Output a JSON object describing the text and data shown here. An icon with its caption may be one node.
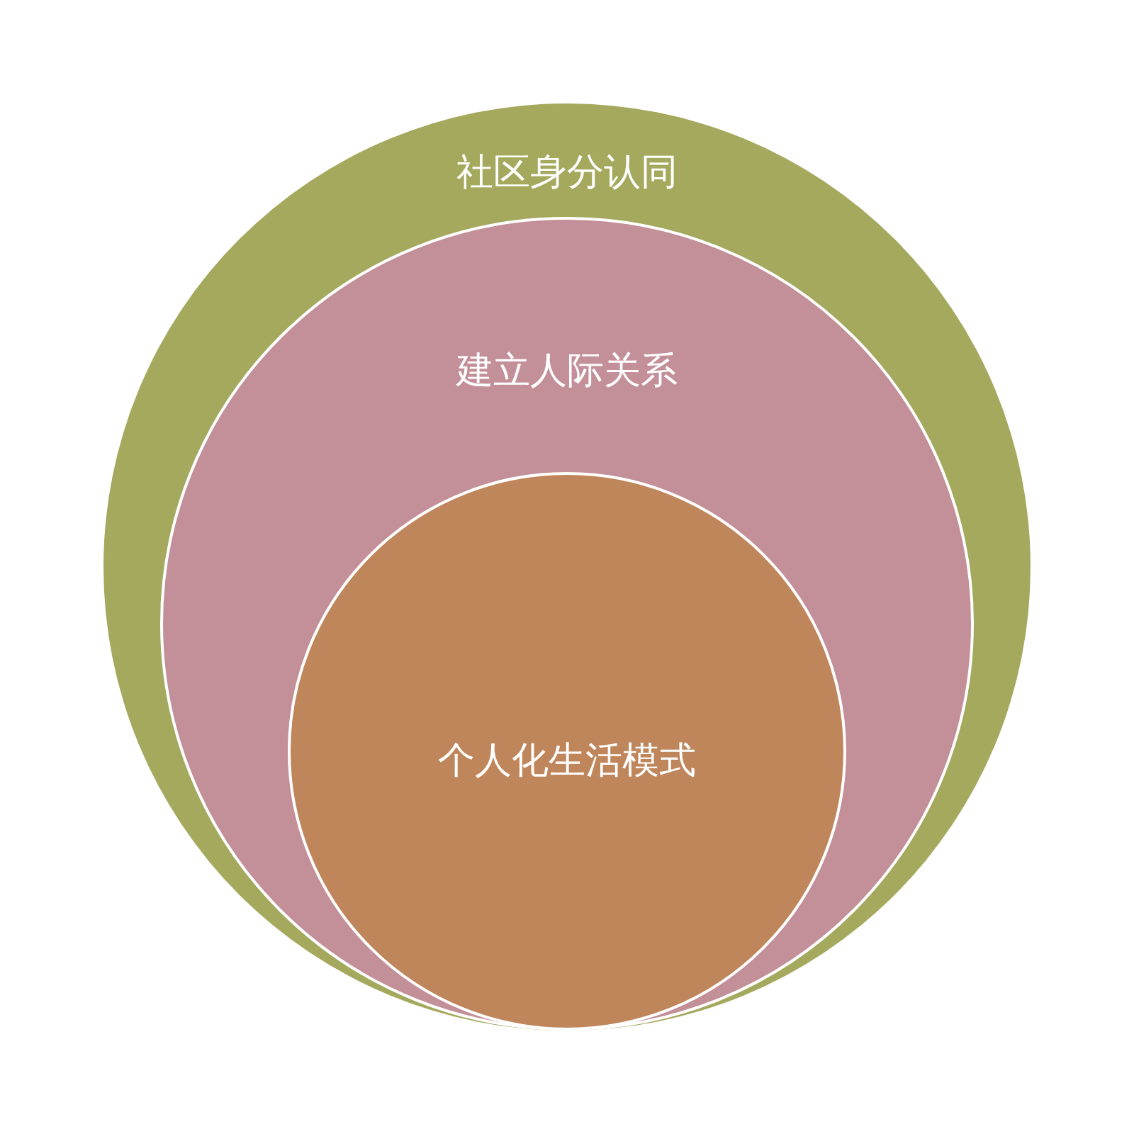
{
  "diagram": {
    "nodes": [
      {
        "text": [
          "社区身分认同"
        ]
      },
      {
        "text": [
          "建立人际关系"
        ],
        "in": 0
      },
      {
        "text": [
          "个人化生活模式"
        ],
        "in": 1
      }
    ]
  }
}
